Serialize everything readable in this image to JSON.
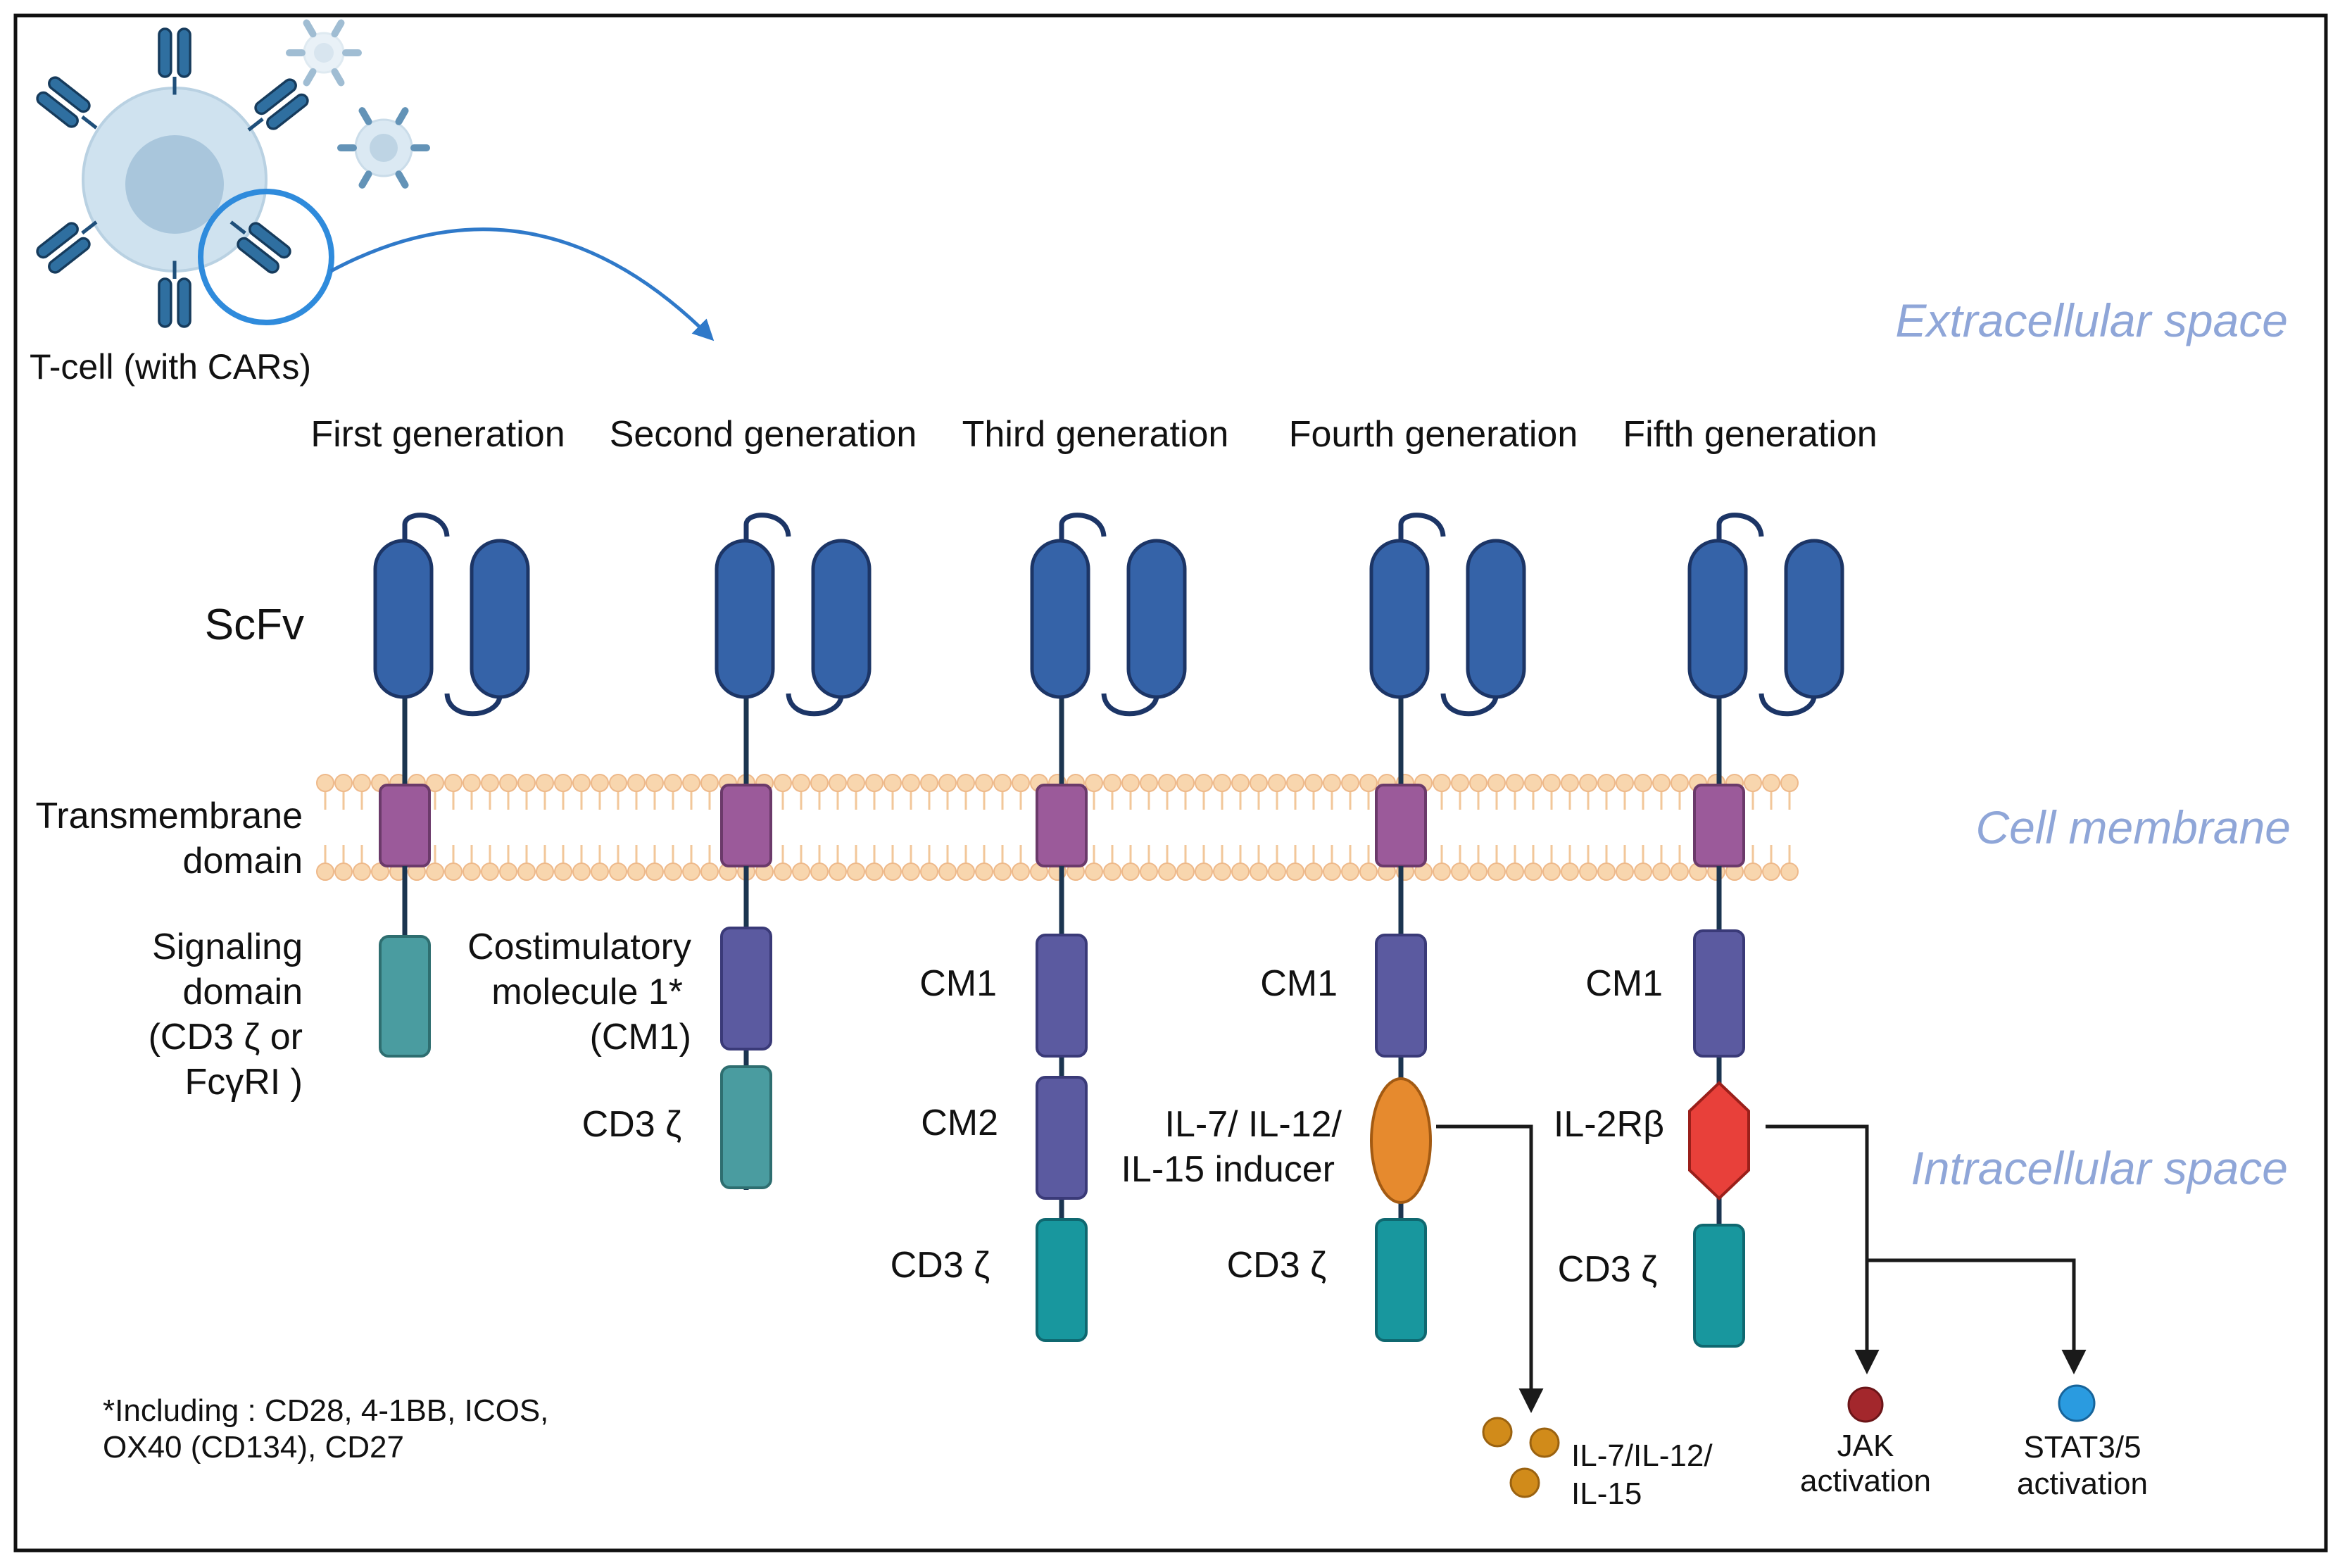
{
  "tcell": {
    "label": "T-cell (with CARs)"
  },
  "spaces": {
    "extracellular": "Extracellular space",
    "membrane": "Cell membrane",
    "intracellular": "Intracellular space"
  },
  "generations": [
    {
      "title": "First generation"
    },
    {
      "title": "Second generation"
    },
    {
      "title": "Third generation"
    },
    {
      "title": "Fourth generation"
    },
    {
      "title": "Fifth generation"
    }
  ],
  "left_labels": {
    "scfv": "ScFv",
    "tm_line1": "Transmembrane",
    "tm_line2": "domain",
    "sig_line1": "Signaling",
    "sig_line2": "domain",
    "sig_line3": "(CD3 ζ or",
    "sig_line4": "FcγRI )"
  },
  "gen2_labels": {
    "costim_line1": "Costimulatory",
    "costim_line2": "molecule 1*",
    "costim_line3": "(CM1)",
    "cd3z": "CD3 ζ"
  },
  "gen3_labels": {
    "cm1": "CM1",
    "cm2": "CM2",
    "cd3z": "CD3 ζ"
  },
  "gen4_labels": {
    "cm1": "CM1",
    "inducer_line1": "IL-7/ IL-12/",
    "inducer_line2": "IL-15 inducer",
    "cd3z": "CD3 ζ"
  },
  "gen5_labels": {
    "cm1": "CM1",
    "il2rb": "IL-2Rβ",
    "cd3z": "CD3 ζ"
  },
  "outputs": {
    "cytokines_line1": "IL-7/IL-12/",
    "cytokines_line2": "IL-15",
    "jak_line1": "JAK",
    "jak_line2": "activation",
    "stat_line1": "STAT3/5",
    "stat_line2": "activation"
  },
  "footnote": {
    "line1": "*Including : CD28, 4-1BB, ICOS,",
    "line2": "OX40 (CD134), CD27"
  },
  "colors": {
    "scfv": "#3563a8",
    "scfv_stroke": "#1c3566",
    "tm_domain": "#9b5a9a",
    "costim": "#5b5aa0",
    "cd3z": "#18979e",
    "signal_gen1": "#4a9ca0",
    "inducer": "#e68a2e",
    "il2rb": "#e8403a",
    "membrane_head": "#f8d6ae",
    "space_label": "#8fa6d8",
    "tcell_body": "#cfe2ef",
    "highlight": "#2f8bdc",
    "cytokine": "#d18b1a",
    "jak": "#a3272c",
    "stat": "#2a9be0"
  }
}
